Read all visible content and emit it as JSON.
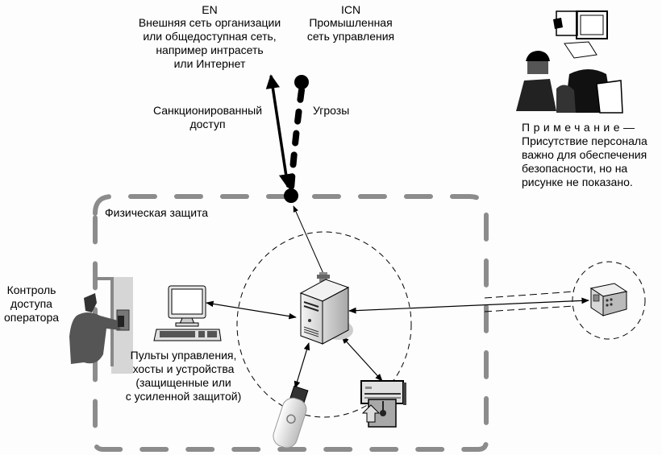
{
  "colors": {
    "boundary": "#8c8c8c",
    "ink": "#000000",
    "background": "#fdfdfd",
    "device_fill": "#e4e4e4",
    "person_fill": "#555555"
  },
  "labels": {
    "en_title": "EN",
    "en_desc": [
      "Внешняя сеть организации",
      "или общедоступная сеть,",
      "например  интрасеть",
      "или Интернет"
    ],
    "icn_title": "ICN",
    "icn_desc": [
      "Промышленная",
      "сеть управления"
    ],
    "sanctioned_access": [
      "Санкционированный",
      "доступ"
    ],
    "threats": "Угрозы",
    "physical_protection": "Физическая защита",
    "operator_access_control": [
      "Контроль",
      "доступа",
      "оператора"
    ],
    "consoles": [
      "Пульты управления,",
      "хосты и устройства",
      "(защищенные или",
      "с усиленной защитой)"
    ],
    "note_title": "Примечание—",
    "note_text": [
      "Присутствие персонала",
      "важно для обеспечения",
      "безопасности, но на",
      "рисунке не показано."
    ]
  },
  "icons": {
    "server": "server-tower-icon",
    "workstation": "computer-workstation-icon",
    "usb": "usb-flash-drive-icon",
    "media": "removable-media-icon",
    "remote_device": "remote-field-device-icon",
    "operator": "operator-person-icon",
    "personnel": "personnel-group-icon"
  }
}
